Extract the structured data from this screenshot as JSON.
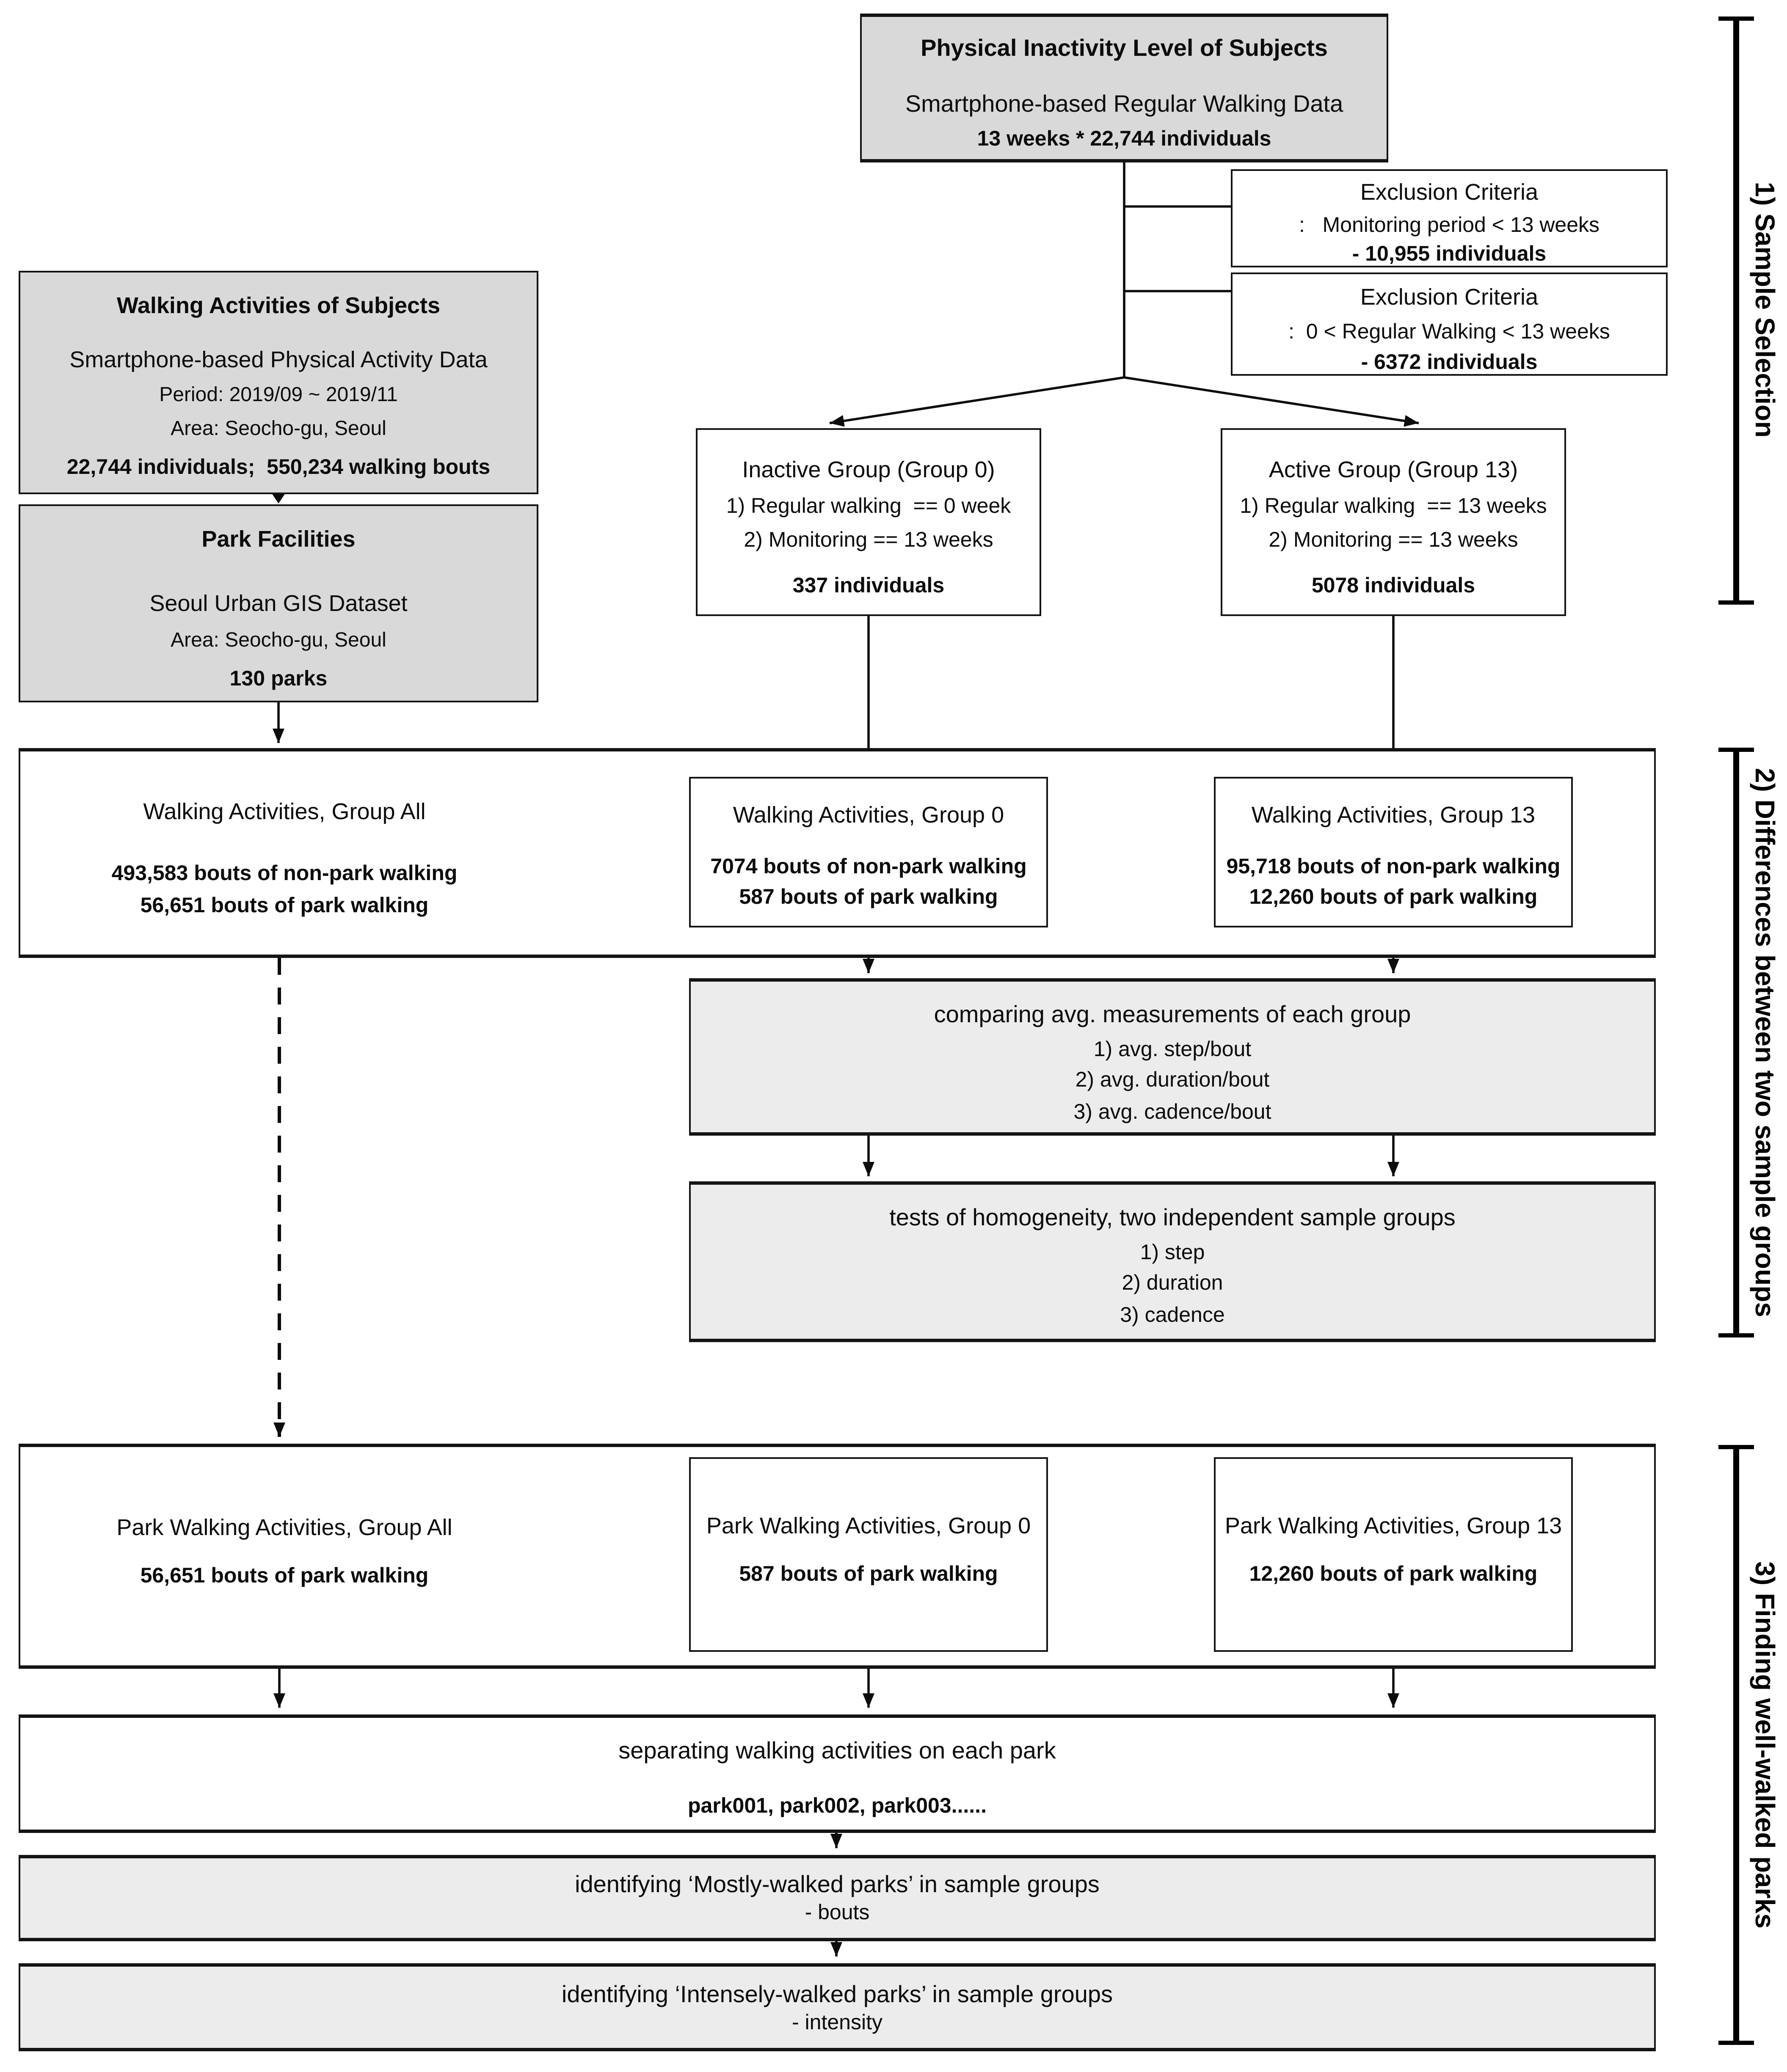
{
  "colors": {
    "fill_gray": "#d9d9d9",
    "fill_light": "#ececec",
    "border": "#141414",
    "background": "#ffffff"
  },
  "side_labels": {
    "sample_selection": "1) Sample Selection",
    "differences": "2) Differences between two sample groups",
    "finding": "3) Finding well-walked parks"
  },
  "boxes": {
    "physical_inactivity": {
      "title": "Physical Inactivity Level of Subjects",
      "subtitle": "Smartphone-based Regular Walking Data",
      "value": "13 weeks * 22,744 individuals"
    },
    "exclusion1": {
      "title": "Exclusion Criteria",
      "criterion": ":   Monitoring period < 13 weeks",
      "value": "- 10,955 individuals"
    },
    "exclusion2": {
      "title": "Exclusion Criteria",
      "criterion": ":  0 < Regular Walking < 13 weeks",
      "value": "- 6372 individuals"
    },
    "walking_subjects": {
      "title": "Walking Activities of Subjects",
      "subtitle": "Smartphone-based Physical Activity Data",
      "period": "Period: 2019/09 ~ 2019/11",
      "area": "Area: Seocho-gu, Seoul",
      "value": "22,744 individuals;  550,234 walking bouts"
    },
    "park_facilities": {
      "title": "Park Facilities",
      "subtitle": "Seoul Urban GIS Dataset",
      "area": "Area: Seocho-gu, Seoul",
      "value": "130 parks"
    },
    "inactive_group": {
      "title": "Inactive Group (Group 0)",
      "cond1": "1) Regular walking  == 0 week",
      "cond2": "2) Monitoring == 13 weeks",
      "value": "337 individuals"
    },
    "active_group": {
      "title": "Active Group (Group 13)",
      "cond1": "1) Regular walking  == 13 weeks",
      "cond2": "2) Monitoring == 13 weeks",
      "value": "5078 individuals"
    },
    "walking_all": {
      "title": "Walking Activities, Group All",
      "nonpark": "493,583 bouts of non-park walking",
      "park": "56,651 bouts of park walking"
    },
    "walking_g0": {
      "title": "Walking Activities, Group 0",
      "nonpark": "7074 bouts of non-park walking",
      "park": "587 bouts of park walking"
    },
    "walking_g13": {
      "title": "Walking Activities, Group 13",
      "nonpark": "95,718 bouts of non-park walking",
      "park": "12,260 bouts of park walking"
    },
    "comparing": {
      "title": "comparing avg. measurements of each group",
      "items": [
        "1) avg. step/bout",
        "2) avg. duration/bout",
        "3) avg. cadence/bout"
      ]
    },
    "tests": {
      "title": "tests of homogeneity, two independent sample groups",
      "items": [
        "1) step",
        "2) duration",
        "3) cadence"
      ]
    },
    "park_all": {
      "title": "Park Walking Activities, Group All",
      "park": "56,651 bouts of park walking"
    },
    "park_g0": {
      "title": "Park Walking Activities, Group 0",
      "park": "587 bouts of park walking"
    },
    "park_g13": {
      "title": "Park Walking Activities, Group 13",
      "park": "12,260 bouts of park walking"
    },
    "separating": {
      "title": "separating walking activities on each park",
      "value": "park001, park002, park003......"
    },
    "mostly": {
      "title": "identifying ‘Mostly-walked parks’ in sample groups",
      "value": "- bouts"
    },
    "intensely": {
      "title": "identifying ‘Intensely-walked parks’ in sample groups",
      "value": "- intensity"
    }
  }
}
